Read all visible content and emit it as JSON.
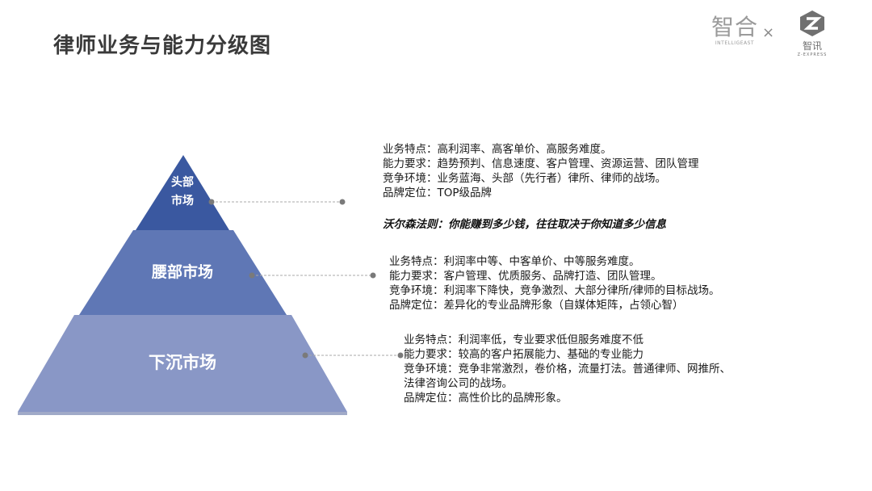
{
  "title": "律师业务与能力分级图",
  "logos": {
    "left_mark": "智合",
    "left_sub": "INTELLIGEAST",
    "separator": "×",
    "right_name": "智讯",
    "right_sub": "Z-EXPRESS"
  },
  "colors": {
    "tier_top": "#3a58a0",
    "tier_mid": "#5f77b5",
    "tier_bot": "#8997c6",
    "connector": "#a8a8a8",
    "dot": "#7a7a7a"
  },
  "pyramid": {
    "top": {
      "label_line1": "头部",
      "label_line2": "市场"
    },
    "mid": {
      "label": "腰部市场"
    },
    "bot": {
      "label": "下沉市场"
    }
  },
  "top_tier": {
    "lines": [
      "业务特点：高利润率、高客单价、高服务难度。",
      "能力要求：趋势预判、信息速度、客户管理、资源运营、团队管理",
      "竞争环境：业务蓝海、头部（先行者）律所、律师的战场。",
      "品牌定位：TOP级品牌"
    ]
  },
  "quote": "沃尔森法则：你能赚到多少钱，往往取决于你知道多少信息",
  "mid_tier": {
    "lines": [
      "业务特点：利润率中等、中客单价、中等服务难度。",
      "能力要求：客户管理、优质服务、品牌打造、团队管理。",
      "竞争环境：利润率下降快，竞争激烈、大部分律所/律师的目标战场。",
      "品牌定位：差异化的专业品牌形象（自媒体矩阵，占领心智）"
    ]
  },
  "bot_tier": {
    "lines": [
      "业务特点：利润率低，专业要求低但服务难度不低",
      "能力要求：较高的客户拓展能力、基础的专业能力",
      "竞争环境：竞争非常激烈，卷价格，流量打法。普通律师、网推所、",
      "法律咨询公司的战场。",
      "品牌定位：高性价比的品牌形象。"
    ]
  }
}
